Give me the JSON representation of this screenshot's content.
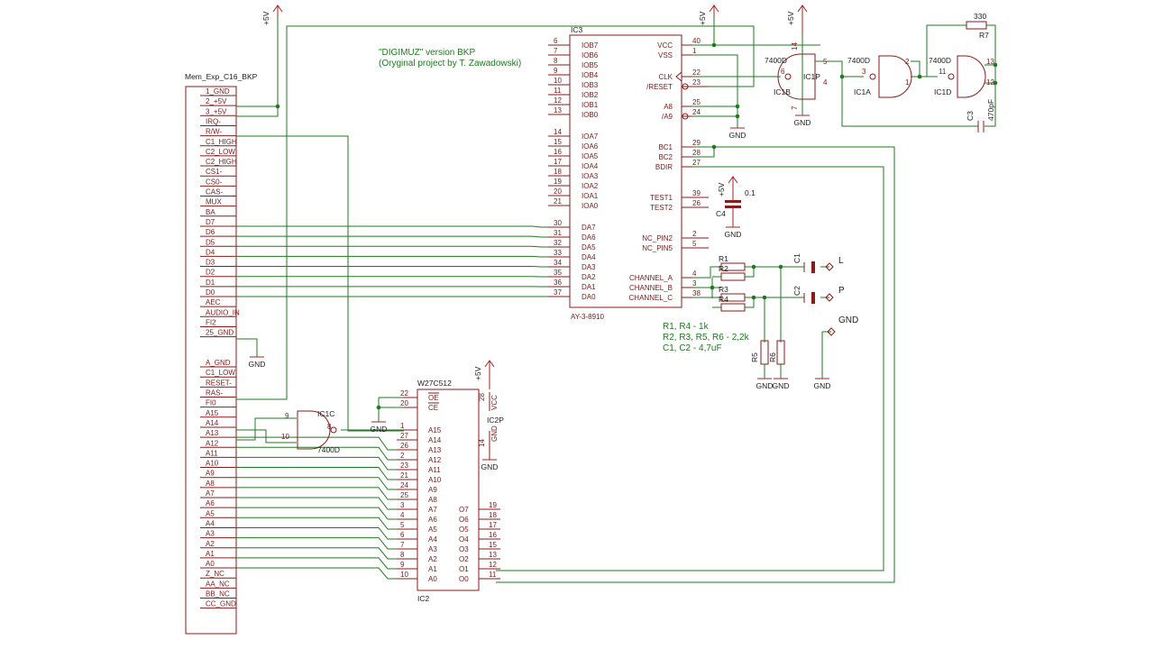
{
  "labels": {
    "project_title": "\"DIGIMUZ\" version BKP",
    "project_author": "(Oryginal project by T. Zawadowski)",
    "notes": [
      "R1, R4 - 1k",
      "R2, R3, R5, R6 - 2,2k",
      "C1, C2 - 4,7uF"
    ]
  },
  "connector": {
    "name": "Mem_Exp_C16_BKP",
    "pins": [
      "1_GND",
      "2_+5V",
      "3_+5V",
      "IRQ-",
      "R/W-",
      "C1_HIGH",
      "C2_LOW",
      "C2_HIGH",
      "CS1-",
      "CS0-",
      "CAS-",
      "MUX",
      "BA",
      "D7",
      "D6",
      "D5",
      "D4",
      "D3",
      "D2",
      "D1",
      "D0",
      "AEC",
      "AUDIO_IN",
      "FI2",
      "25_GND",
      "",
      "",
      "A_GND",
      "C1_LOW",
      "RESET-",
      "RAS-",
      "FI0",
      "A15",
      "A14",
      "A13",
      "A12",
      "A11",
      "A10",
      "A9",
      "A8",
      "A7",
      "A6",
      "A5",
      "A4",
      "A3",
      "A2",
      "A1",
      "A0",
      "Z_NC",
      "AA_NC",
      "BB_NC",
      "CC_GND"
    ]
  },
  "ic3": {
    "ref": "IC3",
    "value": "AY-3-8910",
    "left_pins": [
      {
        "num": "6",
        "name": "IOB7"
      },
      {
        "num": "7",
        "name": "IOB6"
      },
      {
        "num": "8",
        "name": "IOB5"
      },
      {
        "num": "9",
        "name": "IOB4"
      },
      {
        "num": "10",
        "name": "IOB3"
      },
      {
        "num": "11",
        "name": "IOB2"
      },
      {
        "num": "12",
        "name": "IOB1"
      },
      {
        "num": "13",
        "name": "IOB0"
      },
      {
        "num": "14",
        "name": "IOA7"
      },
      {
        "num": "15",
        "name": "IOA6"
      },
      {
        "num": "16",
        "name": "IOA5"
      },
      {
        "num": "17",
        "name": "IOA4"
      },
      {
        "num": "18",
        "name": "IOA3"
      },
      {
        "num": "19",
        "name": "IOA2"
      },
      {
        "num": "20",
        "name": "IOA1"
      },
      {
        "num": "21",
        "name": "IOA0"
      },
      {
        "num": "30",
        "name": "DA7"
      },
      {
        "num": "31",
        "name": "DA6"
      },
      {
        "num": "32",
        "name": "DA5"
      },
      {
        "num": "33",
        "name": "DA4"
      },
      {
        "num": "34",
        "name": "DA3"
      },
      {
        "num": "35",
        "name": "DA2"
      },
      {
        "num": "36",
        "name": "DA1"
      },
      {
        "num": "37",
        "name": "DA0"
      }
    ],
    "right_pins": [
      {
        "num": "40",
        "name": "VCC"
      },
      {
        "num": "1",
        "name": "VSS"
      },
      {
        "num": "22",
        "name": "CLK"
      },
      {
        "num": "23",
        "name": "/RESET"
      },
      {
        "num": "25",
        "name": "A8"
      },
      {
        "num": "24",
        "name": "/A9"
      },
      {
        "num": "29",
        "name": "BC1"
      },
      {
        "num": "28",
        "name": "BC2"
      },
      {
        "num": "27",
        "name": "BDIR"
      },
      {
        "num": "39",
        "name": "TEST1"
      },
      {
        "num": "26",
        "name": "TEST2"
      },
      {
        "num": "2",
        "name": "NC_PIN2"
      },
      {
        "num": "5",
        "name": "NC_PIN5"
      },
      {
        "num": "4",
        "name": "CHANNEL_A"
      },
      {
        "num": "3",
        "name": "CHANNEL_B"
      },
      {
        "num": "38",
        "name": "CHANNEL_C"
      }
    ]
  },
  "ic2": {
    "ref": "IC2",
    "value": "W27C512",
    "left_pins": [
      {
        "num": "22",
        "name": "OE"
      },
      {
        "num": "20",
        "name": "CE"
      },
      {
        "num": "1",
        "name": "A15"
      },
      {
        "num": "27",
        "name": "A14"
      },
      {
        "num": "26",
        "name": "A13"
      },
      {
        "num": "2",
        "name": "A12"
      },
      {
        "num": "23",
        "name": "A11"
      },
      {
        "num": "21",
        "name": "A10"
      },
      {
        "num": "24",
        "name": "A9"
      },
      {
        "num": "25",
        "name": "A8"
      },
      {
        "num": "3",
        "name": "A7"
      },
      {
        "num": "4",
        "name": "A6"
      },
      {
        "num": "5",
        "name": "A5"
      },
      {
        "num": "6",
        "name": "A4"
      },
      {
        "num": "7",
        "name": "A3"
      },
      {
        "num": "8",
        "name": "A2"
      },
      {
        "num": "9",
        "name": "A1"
      },
      {
        "num": "10",
        "name": "A0"
      }
    ],
    "right_pins": [
      {
        "num": "19",
        "name": "O7"
      },
      {
        "num": "18",
        "name": "O6"
      },
      {
        "num": "17",
        "name": "O5"
      },
      {
        "num": "16",
        "name": "O4"
      },
      {
        "num": "15",
        "name": "O3"
      },
      {
        "num": "13",
        "name": "O2"
      },
      {
        "num": "12",
        "name": "O1"
      },
      {
        "num": "11",
        "name": "O0"
      }
    ],
    "power_ref": "IC2P",
    "vcc_pin": {
      "num": "28",
      "name": "VCC"
    },
    "gnd_pin": {
      "num": "14",
      "name": "GND"
    }
  },
  "gates": {
    "ic1c": {
      "ref": "IC1C",
      "value": "7400D",
      "in1": "9",
      "in2": "10",
      "out": "8"
    },
    "ic1b": {
      "ref": "IC1B",
      "value": "7400D",
      "pin_a": "6",
      "pin_b": "5",
      "pin_c": "4"
    },
    "ic1a": {
      "ref": "IC1A",
      "value": "7400D",
      "pin_a": "3",
      "pin_b": "2",
      "pin_c": "1"
    },
    "ic1d": {
      "ref": "IC1D",
      "value": "7400D",
      "pin_a": "11",
      "pin_b": "13",
      "pin_c": "12"
    },
    "ic1p": {
      "ref": "IC1P",
      "vcc_pin": "14",
      "gnd_pin": "7"
    }
  },
  "components": {
    "r1": "R1",
    "r2": "R2",
    "r3": "R3",
    "r4": "R4",
    "r5": "R5",
    "r6": "R6",
    "r7": "R7",
    "r7_value": "330",
    "c1": "C1",
    "c2": "C2",
    "c3": "C3",
    "c3_value": "470pF",
    "c4": "C4",
    "c4_value": "0.1"
  },
  "outputs": {
    "left": "L",
    "right": "P",
    "gnd": "GND"
  },
  "power": {
    "vcc": "+5V",
    "gnd": "GND"
  }
}
